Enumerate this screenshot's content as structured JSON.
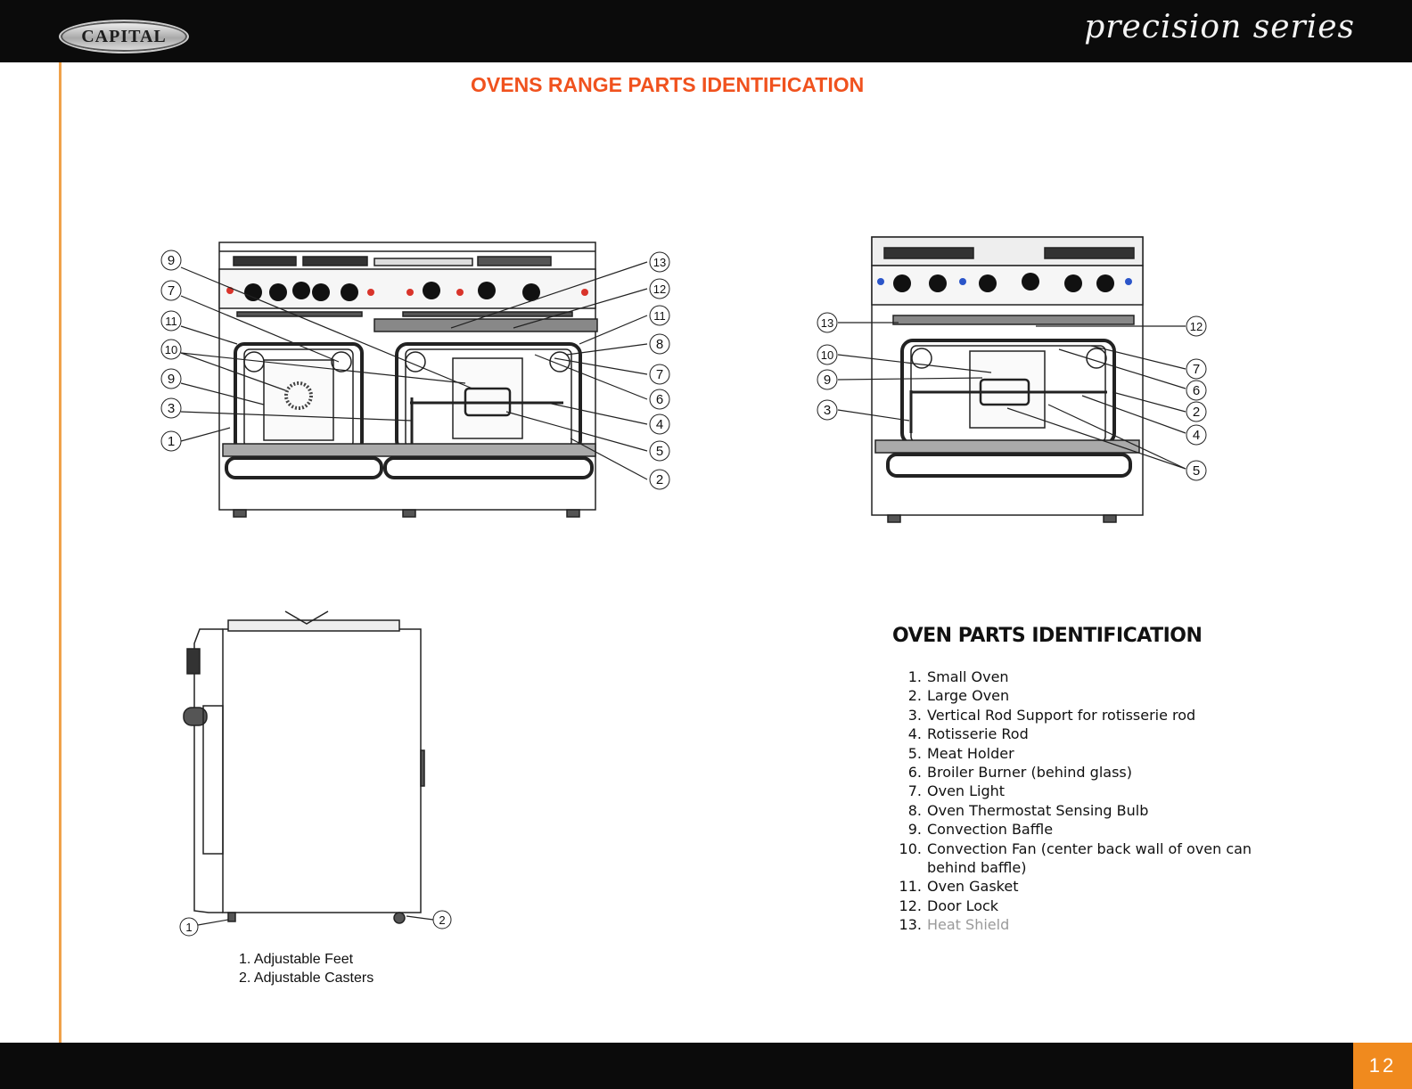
{
  "header": {
    "brand": "CAPITAL",
    "series": "precision series"
  },
  "title": "OVENS RANGE PARTS IDENTIFICATION",
  "diagram_large": {
    "callouts_left": [
      "9",
      "7",
      "11",
      "10",
      "9",
      "3",
      "1"
    ],
    "callouts_right": [
      "13",
      "12",
      "11",
      "8",
      "7",
      "6",
      "4",
      "5",
      "2"
    ]
  },
  "diagram_small": {
    "callouts_left": [
      "13",
      "10",
      "9",
      "3"
    ],
    "callouts_right": [
      "12",
      "7",
      "6",
      "2",
      "4",
      "5"
    ]
  },
  "diagram_side": {
    "callouts": [
      "1",
      "2"
    ]
  },
  "side_legend": [
    "1. Adjustable Feet",
    "2. Adjustable Casters"
  ],
  "parts": {
    "title": "OVEN PARTS IDENTIFICATION",
    "items": [
      {
        "num": "1.",
        "text": "Small Oven"
      },
      {
        "num": "2.",
        "text": "Large Oven"
      },
      {
        "num": "3.",
        "text": "Vertical Rod Support for rotisserie rod"
      },
      {
        "num": "4.",
        "text": "Rotisserie Rod"
      },
      {
        "num": "5.",
        "text": "Meat Holder"
      },
      {
        "num": "6.",
        "text": "Broiler Burner (behind glass)"
      },
      {
        "num": "7.",
        "text": "Oven Light"
      },
      {
        "num": "8.",
        "text": "Oven Thermostat Sensing Bulb"
      },
      {
        "num": "9.",
        "text": "Convection Baffle"
      },
      {
        "num": "10.",
        "text": "Convection Fan (center back wall of oven can behind baffle)"
      },
      {
        "num": "11.",
        "text": "Oven Gasket"
      },
      {
        "num": "12.",
        "text": "Door Lock"
      },
      {
        "num": "13.",
        "text": "Heat Shield"
      }
    ]
  },
  "footer": {
    "page": "12"
  },
  "colors": {
    "accent": "#f08a1e",
    "title": "#f0521e",
    "knob_red": "#d9342b",
    "knob_blue": "#2b55c9"
  }
}
